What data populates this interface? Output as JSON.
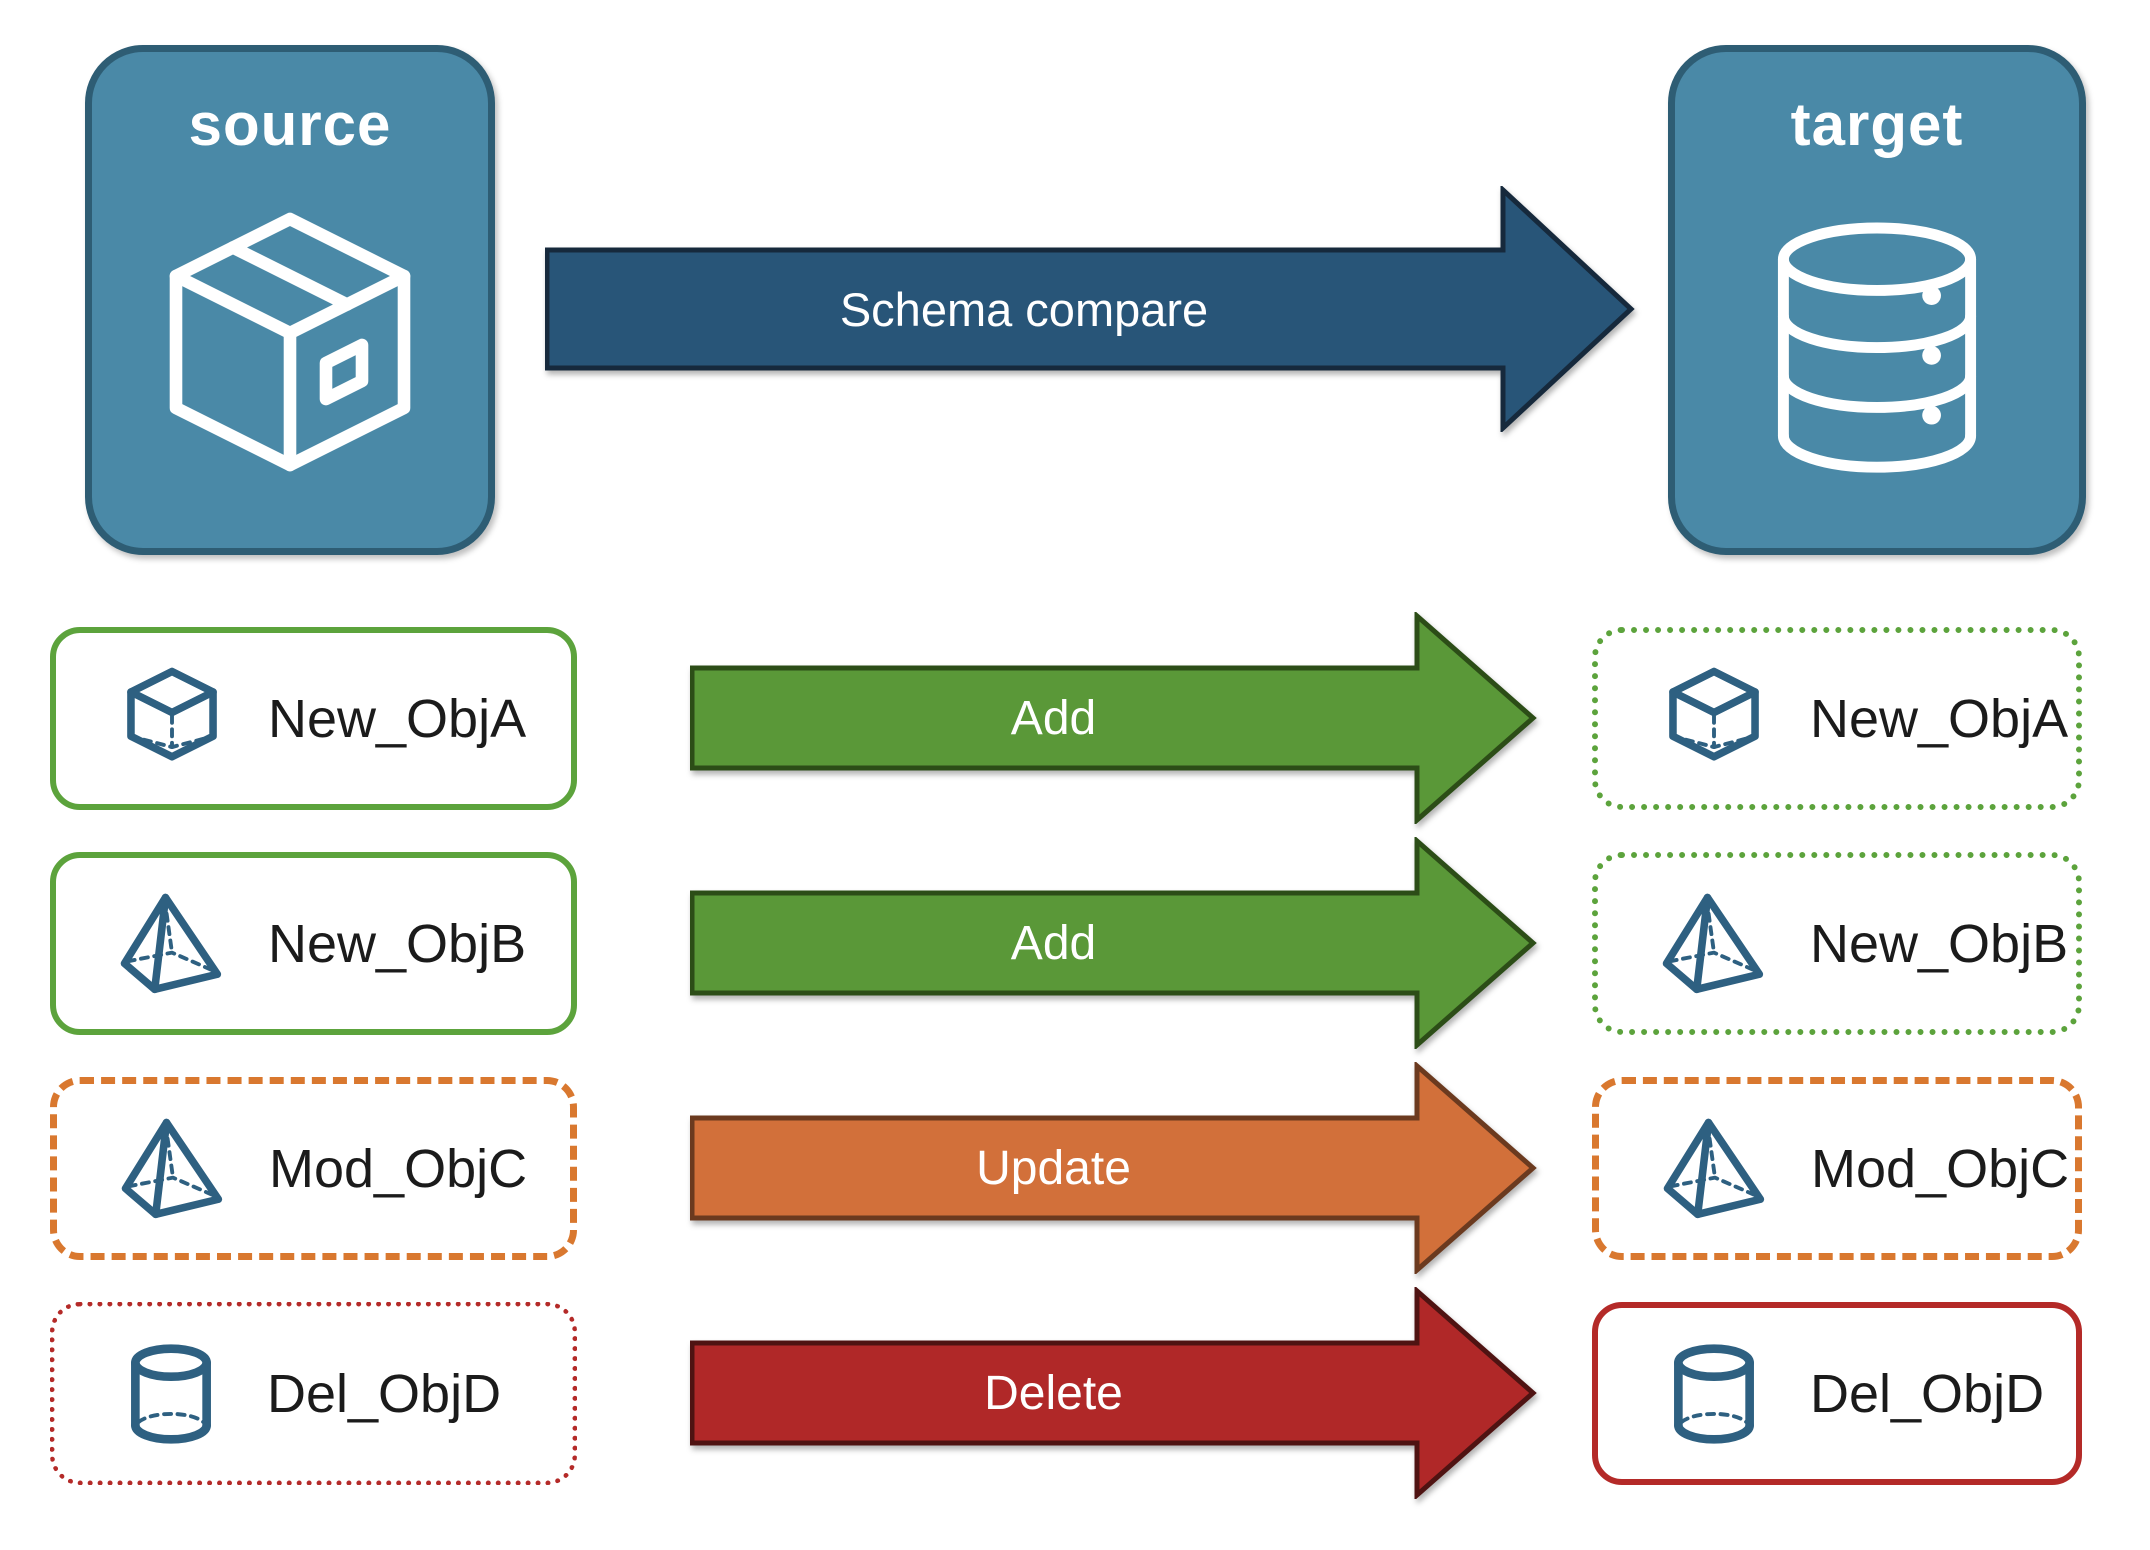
{
  "source_panel": {
    "title": "source",
    "icon": "package-icon"
  },
  "target_panel": {
    "title": "target",
    "icon": "database-icon"
  },
  "compare_arrow": {
    "label": "Schema compare"
  },
  "rows": [
    {
      "name": "New_ObjA",
      "action": "Add",
      "icon": "cube-icon",
      "source_border": "solid-green",
      "target_border": "dotted-green"
    },
    {
      "name": "New_ObjB",
      "action": "Add",
      "icon": "pyramid-icon",
      "source_border": "solid-green",
      "target_border": "dotted-green"
    },
    {
      "name": "Mod_ObjC",
      "action": "Update",
      "icon": "pyramid-icon",
      "source_border": "dashed-orange",
      "target_border": "dashed-orange"
    },
    {
      "name": "Del_ObjD",
      "action": "Delete",
      "icon": "cylinder-icon",
      "source_border": "dotted-red",
      "target_border": "solid-red"
    }
  ],
  "colors": {
    "panel_fill": "#4A89A7",
    "panel_border": "#2E5D74",
    "icon_blue": "#2E6081",
    "compare_arrow_fill": "#285578",
    "compare_arrow_outline": "#16293C",
    "add_arrow_fill": "#5A9838",
    "add_arrow_outline": "#2C4D17",
    "update_arrow_fill": "#D2703A",
    "update_arrow_outline": "#6B3A1F",
    "delete_arrow_fill": "#B02828",
    "delete_arrow_outline": "#4F1312",
    "green_border": "#5CA33C",
    "orange_border": "#D9782F",
    "red_border": "#B42A28"
  }
}
